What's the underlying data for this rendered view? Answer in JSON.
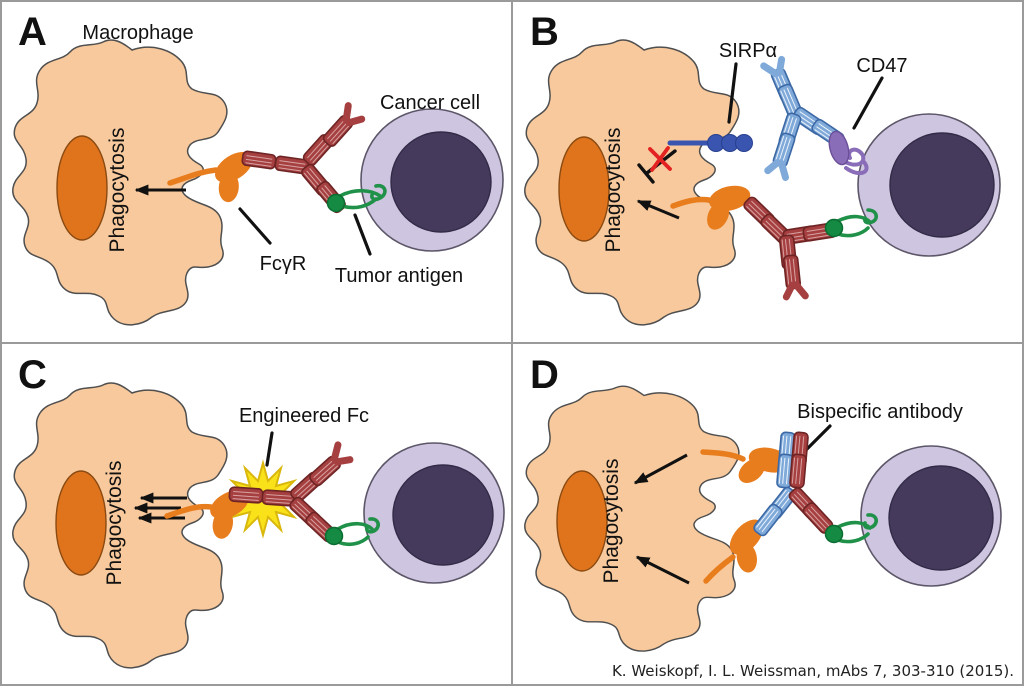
{
  "figure": {
    "citation": "K. Weiskopf, I. L. Weissman, mAbs 7, 303-310 (2015)."
  },
  "colors": {
    "macrophage_body": "#f8c99c",
    "macrophage_nucleus": "#e0741d",
    "cancer_body": "#cec5e0",
    "cancer_nucleus": "#453a5c",
    "antibody_red": "#a64040",
    "antibody_red_dark": "#6e2424",
    "antibody_blue": "#7fa9d9",
    "antibody_blue_dark": "#3c69a5",
    "sirpa_blue": "#3a55b0",
    "cd47_purple": "#8a6db9",
    "antigen_green": "#1f9148",
    "receptor_orange": "#e87d1e",
    "starburst_yellow": "#f9e219",
    "inhibit_red": "#e32222",
    "border_gray": "#9a9a9a"
  },
  "panels": {
    "a": {
      "letter": "A",
      "macrophage_label": "Macrophage",
      "cancer_cell_label": "Cancer cell",
      "phagocytosis_label": "Phagocytosis",
      "fcgr_label": "FcγR",
      "tumor_antigen_label": "Tumor antigen"
    },
    "b": {
      "letter": "B",
      "sirpa_label": "SIRPα",
      "cd47_label": "CD47",
      "phagocytosis_label": "Phagocytosis"
    },
    "c": {
      "letter": "C",
      "engineered_fc_label": "Engineered Fc",
      "phagocytosis_label": "Phagocytosis"
    },
    "d": {
      "letter": "D",
      "bispecific_label": "Bispecific antibody",
      "phagocytosis_label": "Phagocytosis"
    }
  }
}
